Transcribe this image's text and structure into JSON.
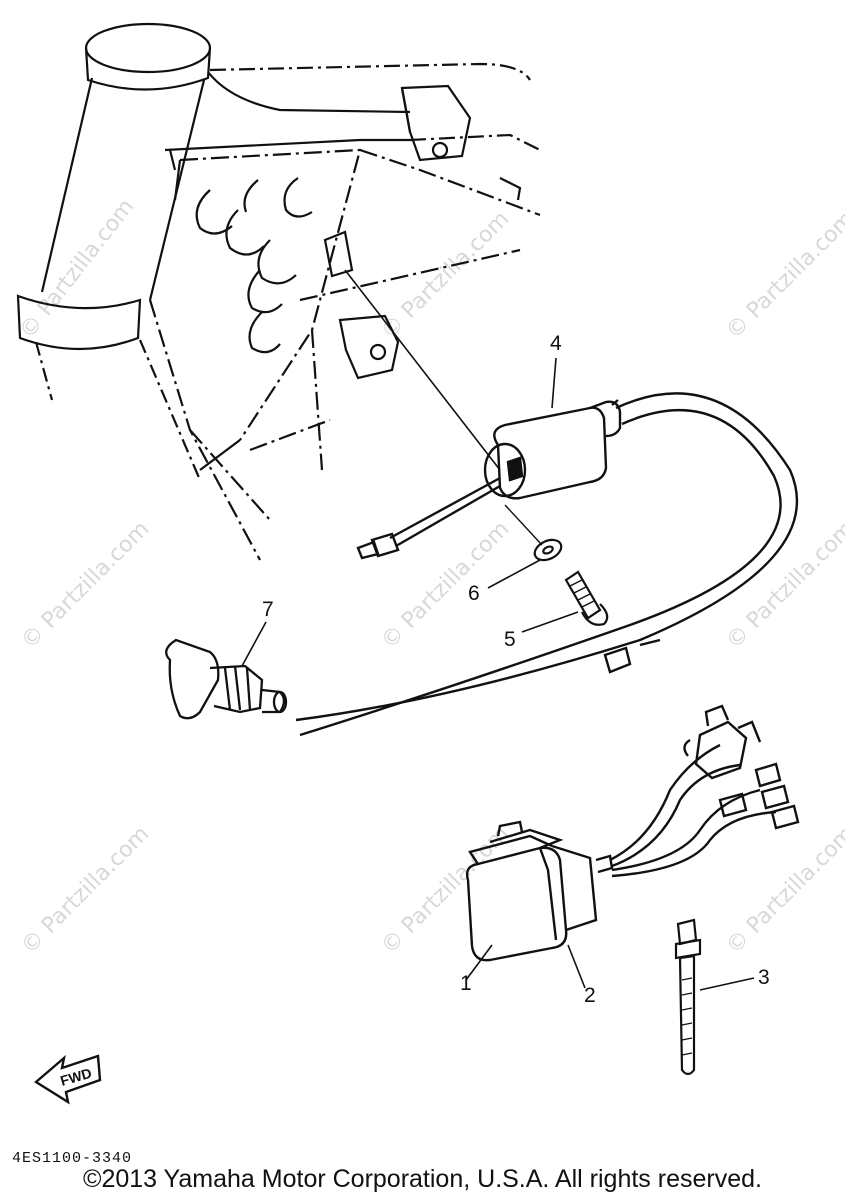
{
  "watermark": "© Partzilla.com",
  "callouts": [
    "1",
    "2",
    "3",
    "4",
    "5",
    "6",
    "7"
  ],
  "fwd_label": "FWD",
  "diagram_code": "4ES1100-3340",
  "copyright": "©2013 Yamaha Motor Corporation, U.S.A. All rights reserved."
}
